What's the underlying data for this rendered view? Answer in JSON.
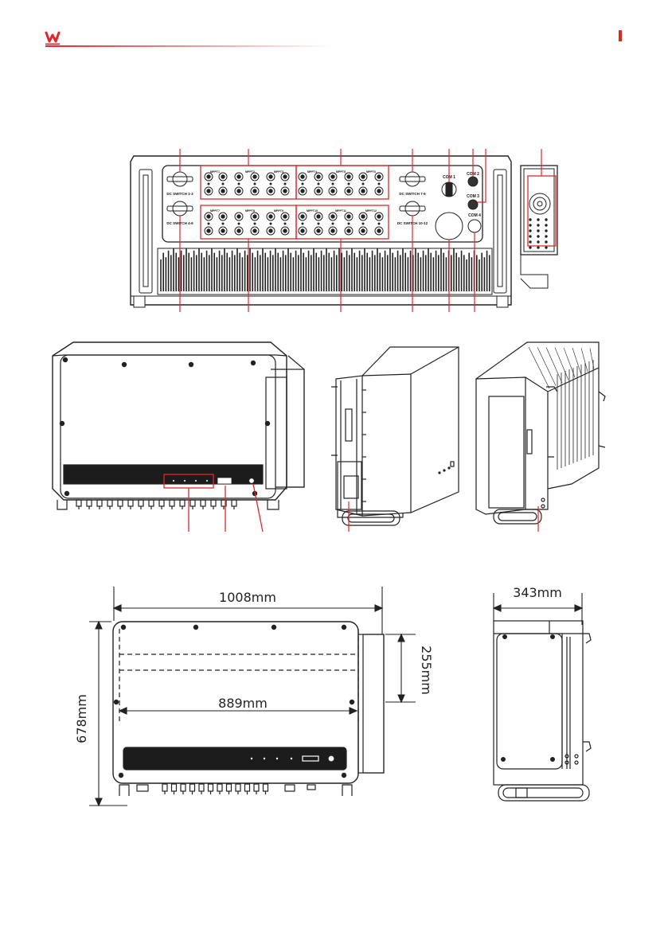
{
  "brand": {
    "accent": "#e0262b"
  },
  "top_panel": {
    "switch_labels": [
      "DC SWITCH 1-3",
      "DC SWITCH 4-6",
      "DC SWITCH 7-9",
      "DC SWITCH 10-12"
    ],
    "mppt_labels_top": [
      "MPPT1",
      "MPPT2",
      "MPPT3",
      "MPPT4",
      "MPPT5",
      "MPPT6"
    ],
    "mppt_labels_bottom": [
      "MPPT7",
      "MPPT8",
      "MPPT9",
      "MPPT10",
      "MPPT11",
      "MPPT12"
    ],
    "com_labels": [
      "COM 1",
      "COM 2",
      "COM 3",
      "COM 4"
    ]
  },
  "dimensions": {
    "width": "1008mm",
    "height": "678mm",
    "mount_spacing": "889mm",
    "mount_height": "255mm",
    "depth": "343mm"
  },
  "colors": {
    "line": "#222222",
    "callout": "#e0262b",
    "panel_dark": "#1c1c1c"
  }
}
